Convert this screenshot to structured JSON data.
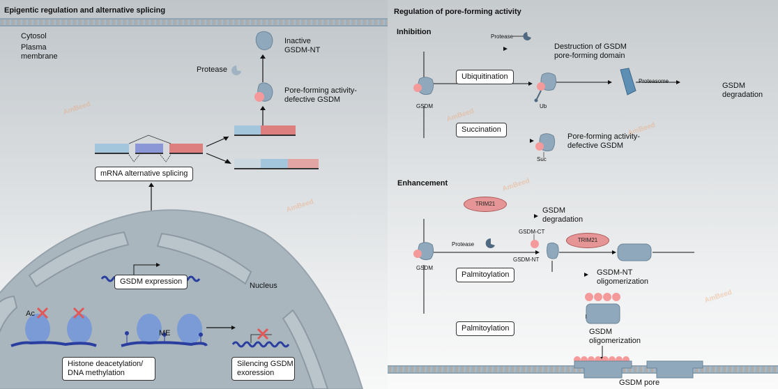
{
  "left": {
    "title": "Epigentic regulation and alternative splicing",
    "cytosol": "Cytosol",
    "plasma": "Plasma",
    "membrane": "membrane",
    "inactive_1": "Inactive",
    "inactive_2": "GSDM-NT",
    "protease": "Protease",
    "defective_1": "Pore-forming activity-",
    "defective_2": "defective GSDM",
    "splicing_box": "mRNA alternative splicing",
    "expression_box": "GSDM expression",
    "nucleus": "Nucleus",
    "ac": "Ac",
    "me": "ME",
    "histone_1": "Histone deacetylation/",
    "histone_2": "DNA methylation",
    "silencing_1": "Silencing GSDM",
    "silencing_2": "exoression"
  },
  "right": {
    "title": "Regulation of pore-forming activity",
    "inhibition": {
      "heading": "Inhibition",
      "protease": "Protease",
      "destruction_1": "Destruction of GSDM",
      "destruction_2": "pore-forming domain",
      "ubiquitination": "Ubiquitination",
      "gsdm": "GSDM",
      "ub": "Ub",
      "proteasome": "Proteasome",
      "degradation_1": "GSDM",
      "degradation_2": "degradation",
      "succination": "Succination",
      "suc": "Suc",
      "defective_1": "Pore-forming activity-",
      "defective_2": "defective GSDM"
    },
    "enhancement": {
      "heading": "Enhancement",
      "trim21_a": "TRIM21",
      "trim21_b": "TRIM21",
      "degradation_1": "GSDM",
      "degradation_2": "degradation",
      "gsdm_ct": "GSDM-CT",
      "protease": "Protease",
      "gsdm": "GSDM",
      "gsdm_nt": "GSDM-NT",
      "palmitoylation_a": "Palmitoylation",
      "nt_olig_1": "GSDM-NT",
      "nt_olig_2": "oligomerization",
      "palmitoylation_b": "Palmitoylation",
      "olig_1": "GSDM",
      "olig_2": "oligomerization",
      "pore": "GSDM pore"
    }
  },
  "watermark": "AmBeed",
  "colors": {
    "exon_blue": "#a3c6dd",
    "exon_purple": "#8b96d6",
    "exon_red": "#de7f7f",
    "protein": "#8fa8bb",
    "pink": "#f59a9a",
    "dna": "#2a3ea0"
  }
}
